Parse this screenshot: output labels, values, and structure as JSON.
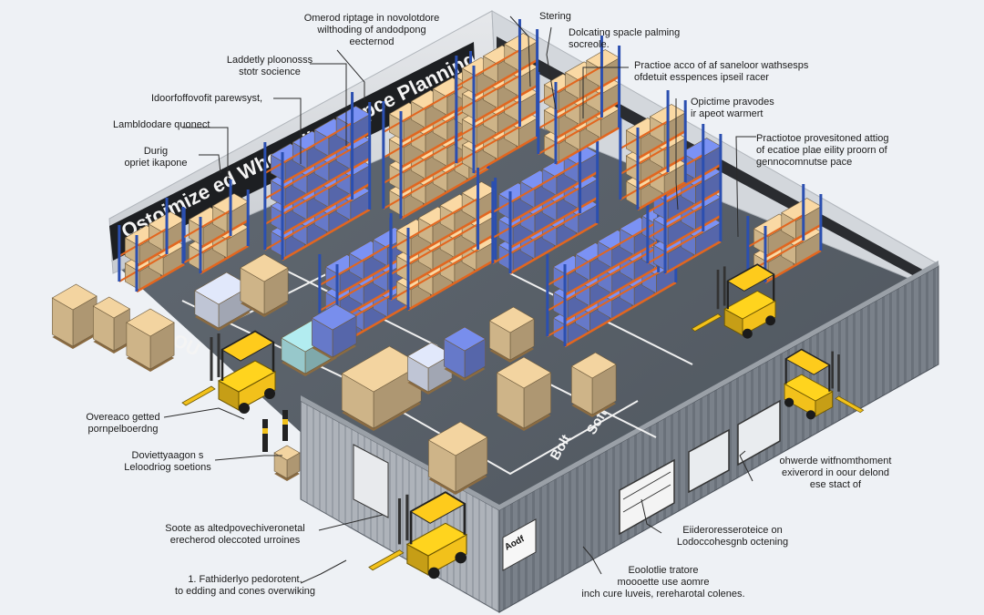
{
  "banner": {
    "title": "Ostoimize ed Whomalle of Spce Planning"
  },
  "floor_markings": {
    "left": "OU",
    "center_1": "Soft",
    "center_2": "Bolt"
  },
  "callouts": {
    "top_center": [
      "Omerod riptage in novolotdore",
      "wilthoding of andodpong",
      "eecternod"
    ],
    "storing": [
      "Stering"
    ],
    "space_planning": [
      "Dolcating spacle palming",
      "socreole."
    ],
    "ladder": [
      "Laddetly ploonosss",
      "stotr socience"
    ],
    "practice": [
      "Practioe acco of af saneloor wathsesps",
      "ofdetuit esspences ipseil racer"
    ],
    "forklift_pathways": [
      "Idoorfoffovofit parewsyst,"
    ],
    "landholdere": [
      "Lambldodare quonect"
    ],
    "optimize": [
      "Opictime pravodes",
      "ir apeot warmert"
    ],
    "during": [
      "Durig",
      "opriet ikapone"
    ],
    "provisioned": [
      "Practiotoe provesitoned attiog",
      "of ecatioe plae eility proorn of",
      "gennocomnutse pace"
    ],
    "overs": [
      "Overeaco getted",
      "pornpelboerdng"
    ],
    "loading": [
      "Doviettyaagon s",
      "Leloodriog soetions"
    ],
    "right_mid": [
      "ohwerde witfnomthoment",
      "exiverord in oour delond",
      "ese stact of"
    ],
    "bottom_left": [
      "Soote as altedpovechiveronetal",
      "erecherod oleccoted urroines"
    ],
    "bottom_mid": [
      "Eiideroresseroteice on",
      "Lodoccohesgnb octening"
    ],
    "pathways_bottom": [
      "1. Fathiderlyo pedorotent.",
      "to edding and cones overwiking"
    ],
    "bottom_right": [
      "Eoolotlie tratore",
      "moooette use aomre",
      "inch cure luveis, rereharotal colenes."
    ]
  },
  "door_signs": {
    "main": "Aodf"
  },
  "colors": {
    "background": "#eef1f5",
    "floor": "#586069",
    "lane_marking": "#f5f5f5",
    "wall_dark": "#6c737c",
    "wall_light": "#dcdfe3",
    "banner": "#1d1f22",
    "rack_upright": "#2b4fb0",
    "rack_beam": "#e2661f",
    "box_cardboard": "#d9bd8f",
    "wrapped_pallet": "#6b7fd4",
    "forklift": "#f2c11b"
  }
}
